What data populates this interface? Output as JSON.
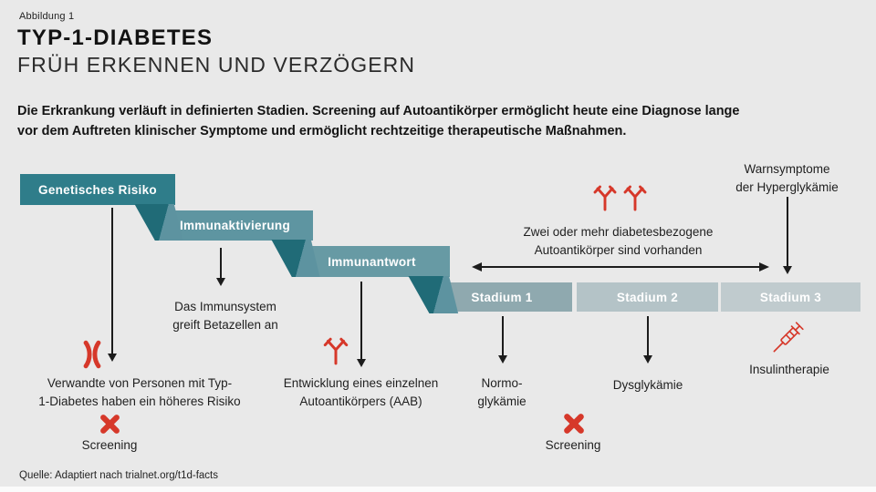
{
  "header": {
    "figure_label": "Abbildung 1",
    "title_line1": "TYP-1-DIABETES",
    "title_line2": "FRÜH ERKENNEN UND VERZÖGERN"
  },
  "intro": "Die Erkrankung verläuft in definierten Stadien. Screening auf Autoantikörper ermöglicht heute eine Diagnose lange\nvor dem Auftreten klinischer Symptome und ermöglicht rechtzeitige therapeutische Maßnahmen.",
  "stages": [
    {
      "label": "Genetisches Risiko",
      "color": "#2f7d8a"
    },
    {
      "label": "Immunaktivierung",
      "color": "#5e95a1"
    },
    {
      "label": "Immunantwort",
      "color": "#679aa4"
    },
    {
      "label": "Stadium 1",
      "color": "#8fa9af"
    },
    {
      "label": "Stadium 2",
      "color": "#b4c3c7"
    },
    {
      "label": "Stadium 3",
      "color": "#c0cbce"
    }
  ],
  "annotations": {
    "genetic_risk": "Verwandte von Personen mit Typ-\n1-Diabetes haben ein höheres Risiko",
    "screening_left": "Screening",
    "immune_attack": "Das Immunsystem\ngreift Betazellen an",
    "single_aab": "Entwicklung eines einzelnen\nAutoantikörpers (AAB)",
    "multi_aab": "Zwei oder mehr diabetesbezogene\nAutoantikörper sind vorhanden",
    "warning_symptoms": "Warnsymptome\nder Hyperglykämie",
    "normoglycemia": "Normo-\nglykämie",
    "dysglycemia": "Dysglykämie",
    "screening_right": "Screening",
    "insulin_therapy": "Insulintherapie"
  },
  "icons": {
    "antibody": "antibody-icon",
    "chromosome": "chromosome-icon",
    "screening_cross": "screening-cross-icon",
    "syringe": "syringe-icon"
  },
  "colors": {
    "background": "#e9e9e9",
    "accent_red": "#d6382a",
    "arrow_black": "#1c1c1c",
    "connector_dark": "#206b77",
    "connector_mid": "#5d93a0"
  },
  "source": "Quelle: Adaptiert nach trialnet.org/t1d-facts"
}
